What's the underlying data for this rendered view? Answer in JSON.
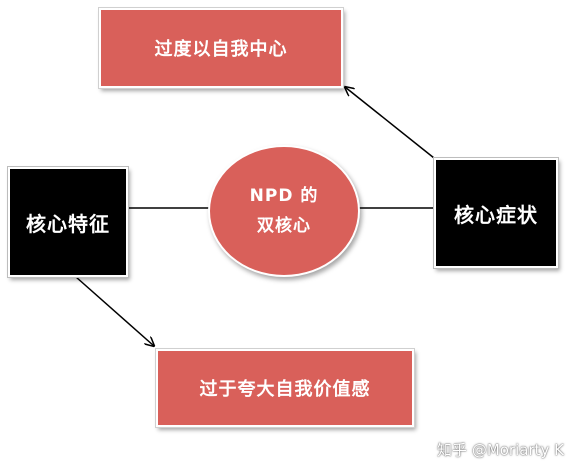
{
  "nodes": {
    "top": "过度以自我中心",
    "bottom": "过于夸大自我价值感",
    "left": "核心特征",
    "right": "核心症状",
    "center_line1": "NPD 的",
    "center_line2": "双核心"
  },
  "watermark": "知乎 @Moriarty K",
  "colors": {
    "node_red": "#d9605a",
    "node_black": "#000000",
    "connector": "#000000"
  }
}
